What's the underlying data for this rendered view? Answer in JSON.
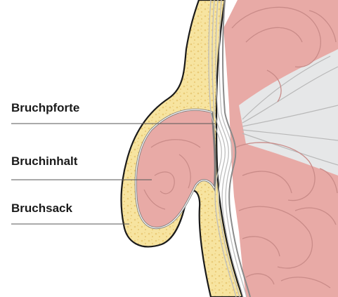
{
  "labels": {
    "hernia_gate": "Bruchpforte",
    "hernia_content": "Bruchinhalt",
    "hernia_sac": "Bruchsack"
  },
  "colors": {
    "fat_layer": "#f7e4a0",
    "fat_dots": "#eacb77",
    "intestine": "#e8aaa6",
    "intestine_lines": "#c98b88",
    "mesentery": "#e6e7e8",
    "fascia": "#d9d9d9",
    "outline": "#1a1a1a",
    "leader_line": "#555555"
  }
}
